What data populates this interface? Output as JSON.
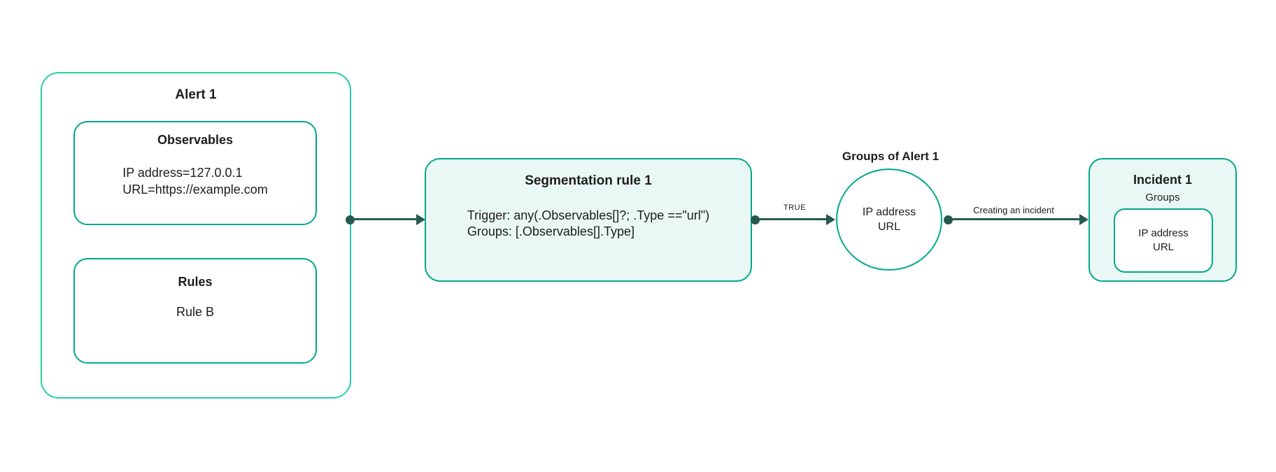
{
  "colors": {
    "outer_box_border": "#2BCDAB",
    "box_border": "#00A88C",
    "box_fill_mint": "#E9F8F4",
    "edge_color": "#275950",
    "text_color": "#1D1D1B",
    "background": "#FFFFFF"
  },
  "alert": {
    "title": "Alert 1",
    "observables": {
      "title": "Observables",
      "lines": [
        "IP address=127.0.0.1",
        "URL=https://example.com"
      ]
    },
    "rules": {
      "title": "Rules",
      "lines": [
        "Rule B"
      ]
    }
  },
  "segmentation": {
    "title": "Segmentation rule 1",
    "lines": [
      "Trigger: any(.Observables[]?; .Type ==\"url\")",
      "Groups: [.Observables[].Type]"
    ]
  },
  "groups_circle": {
    "label": "Groups of Alert 1",
    "lines": [
      "IP address",
      "URL"
    ]
  },
  "incident": {
    "title": "Incident 1",
    "subtitle": "Groups",
    "group_box": {
      "lines": [
        "IP address",
        "URL"
      ]
    }
  },
  "edges": {
    "segmentation_to_groups": {
      "label": "TRUE"
    },
    "groups_to_incident": {
      "label": "Creating an incident"
    }
  }
}
